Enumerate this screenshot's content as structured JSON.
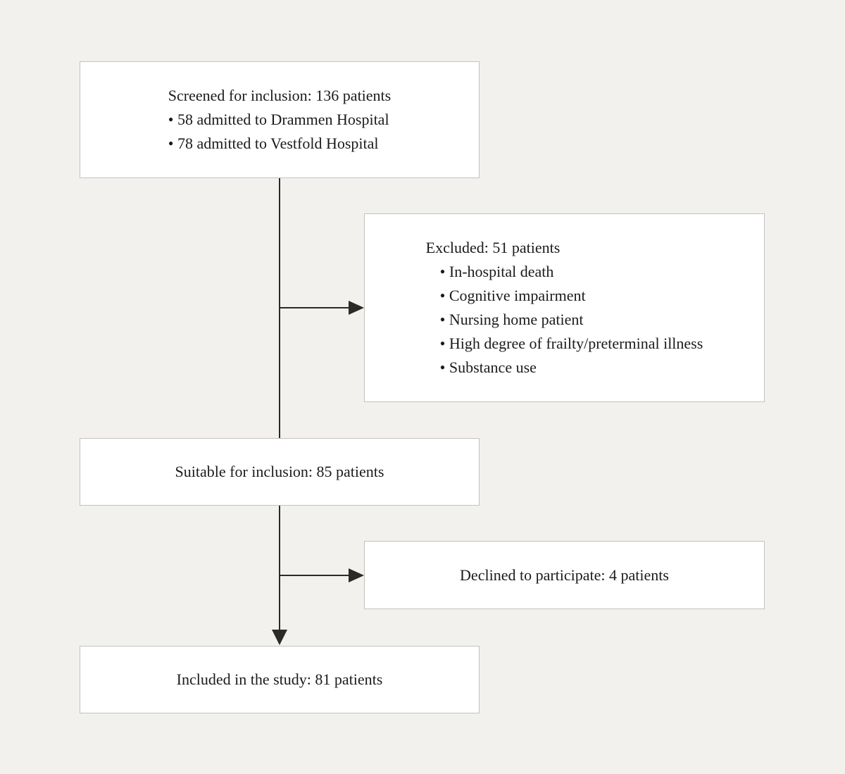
{
  "diagram": {
    "type": "flowchart",
    "colors": {
      "background": "#f2f1ee",
      "box_background": "#ffffff",
      "box_border": "#c3c2c0",
      "connector_line": "#2a2a28",
      "text": "#1b1b1a"
    },
    "boxes": {
      "screened": {
        "title": "Screened for inclusion: 136 patients",
        "bullets": [
          "58 admitted to Drammen Hospital",
          "78 admitted to Vestfold Hospital"
        ]
      },
      "excluded": {
        "title": "Excluded: 51 patients",
        "bullets": [
          "In-hospital death",
          "Cognitive impairment",
          "Nursing home patient",
          "High degree of frailty/preterminal illness",
          "Substance use"
        ]
      },
      "suitable": {
        "title": "Suitable for inclusion: 85 patients"
      },
      "declined": {
        "title": "Declined to participate: 4 patients"
      },
      "included": {
        "title": "Included in the study: 81 patients"
      }
    },
    "flow": [
      "screened -> suitable",
      "screened -> excluded (branch)",
      "suitable -> included",
      "suitable -> declined (branch)"
    ]
  }
}
